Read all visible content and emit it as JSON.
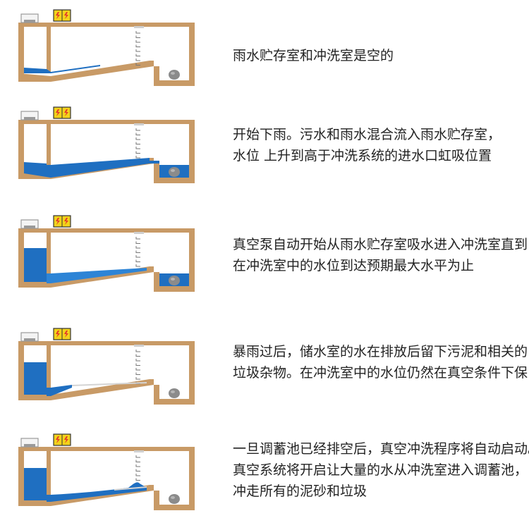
{
  "colors": {
    "wall": "#c89a66",
    "wall_edge": "#b08352",
    "water": "#1f6fc1",
    "water_light": "#2d84d6",
    "sediment": "#d4d4d4",
    "pump_fill": "#f2d21b",
    "pump_bolt": "#e5352b",
    "valve": "#8b8b8b"
  },
  "icons": [
    "pump-icon",
    "lightning-icon",
    "flush-valve-icon",
    "ladder-icon"
  ],
  "steps": [
    {
      "lines": [
        "雨水贮存室和冲洗室是空的"
      ],
      "state": "empty"
    },
    {
      "lines": [
        "开始下雨。污水和雨水混合流入雨水贮存室，",
        "水位 上升到高于冲洗系统的进水口虹吸位置"
      ],
      "state": "filling"
    },
    {
      "lines": [
        "真空泵自动开始从雨水贮存室吸水进入冲洗室直到",
        "在冲洗室中的水位到达预期最大水平为止"
      ],
      "state": "pumping"
    },
    {
      "lines": [
        "暴雨过后，储水室的水在排放后留下污泥和相关的",
        "垃圾杂物。在冲洗室中的水位仍然在真空条件下保 持"
      ],
      "state": "holding"
    },
    {
      "lines": [
        "一旦调蓄池已经排空后，真空冲洗程序将自动启动。",
        "真空系统将开启让大量的水从冲洗室进入调蓄池，",
        "冲走所有的泥砂和垃圾"
      ],
      "state": "flushing"
    }
  ]
}
